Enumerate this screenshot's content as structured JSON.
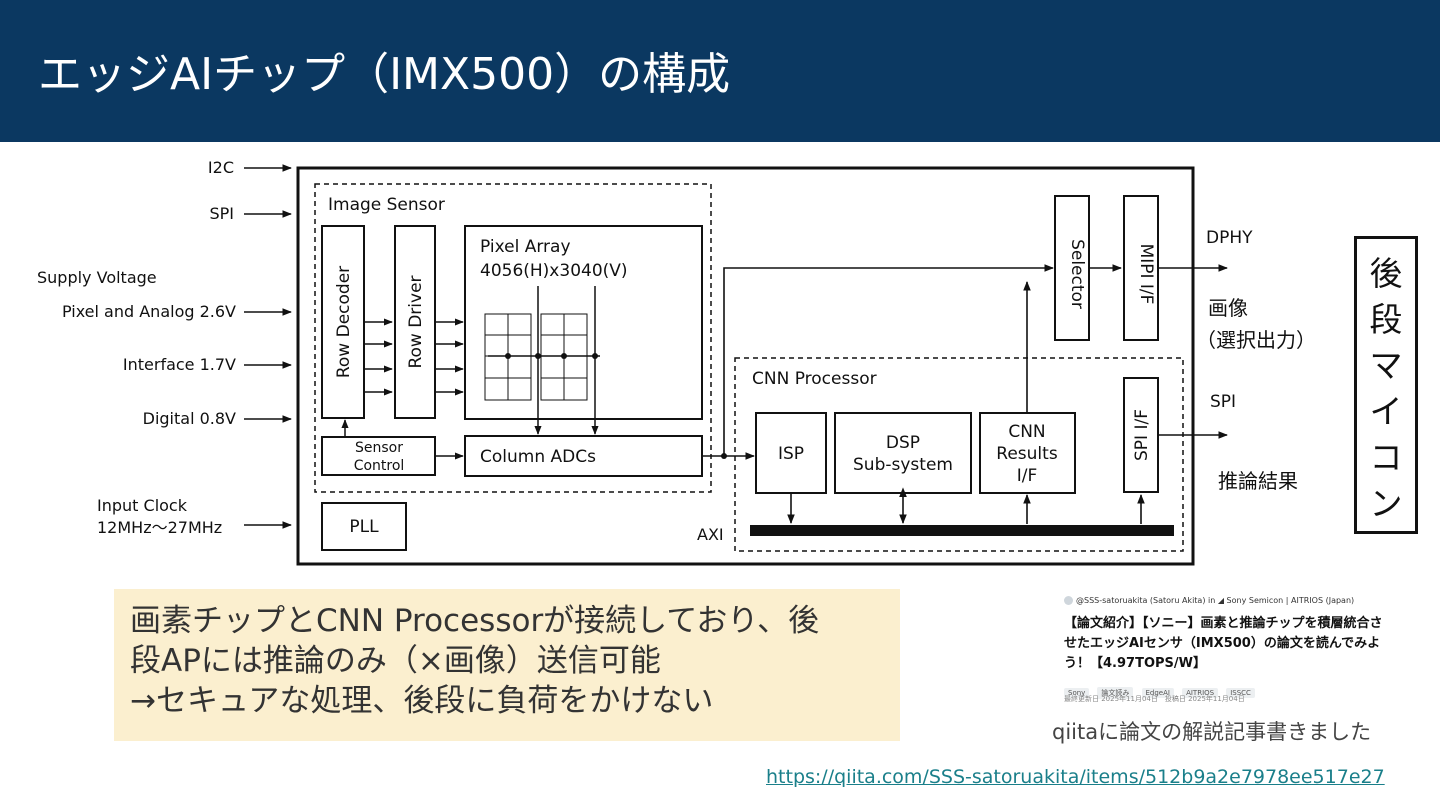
{
  "header": {
    "title": "エッジAIチップ（IMX500）の構成",
    "bg_color": "#0b3861",
    "text_color": "#ffffff"
  },
  "diagram": {
    "inputs": {
      "i2c": "I2C",
      "spi": "SPI",
      "supply_voltage": "Supply Voltage",
      "pixel_analog": "Pixel and Analog 2.6V",
      "interface": "Interface 1.7V",
      "digital": "Digital 0.8V",
      "input_clock": "Input Clock",
      "clock_range": "12MHz～27MHz"
    },
    "image_sensor": {
      "label": "Image Sensor",
      "row_decoder": "Row Decoder",
      "row_driver": "Row Driver",
      "pixel_array": "Pixel Array",
      "pixel_array_size": "4056(H)x3040(V)",
      "sensor_control_1": "Sensor",
      "sensor_control_2": "Control",
      "column_adcs": "Column  ADCs"
    },
    "pll": "PLL",
    "selector": "Selector",
    "mipi": "MIPI I/F",
    "cnn_processor": {
      "label": "CNN Processor",
      "isp": "ISP",
      "dsp_1": "DSP",
      "dsp_2": "Sub-system",
      "cnn_1": "CNN",
      "cnn_2": "Results",
      "cnn_3": "I/F",
      "spi_if": "SPI I/F",
      "axi": "AXI"
    },
    "outputs": {
      "dphy": "DPHY",
      "image_1": "画像",
      "image_2": "（選択出力）",
      "spi_out": "SPI",
      "inference_result": "推論結果"
    }
  },
  "side_box": {
    "text": "後\n段\nマ\nイ\nコ\nン"
  },
  "note": {
    "text": "画素チップとCNN Processorが接続しており、後\n段APには推論のみ（×画像）送信可能\n→セキュアな処理、後段に負荷をかけない",
    "bg_color": "#fbefcf"
  },
  "article": {
    "byline_user": "@SSS-satoruakita (Satoru Akita)",
    "byline_in": "in",
    "byline_org": "Sony Semicon | AITRIOS (Japan)",
    "title": "【論文紹介】【ソニー】画素と推論チップを積層統合させたエッジAIセンサ（IMX500）の論文を読んでみよう！【4.97TOPS/W】",
    "tags": [
      "Sony",
      "論文読み",
      "EdgeAI",
      "AITRIOS",
      "ISSCC"
    ],
    "dates": "最終更新日 2025年11月04日　投稿日 2025年11月04日"
  },
  "caption": "qiitaに論文の解説記事書きました",
  "link": "https://qiita.com/SSS-satoruakita/items/512b9a2e7978ee517e27"
}
